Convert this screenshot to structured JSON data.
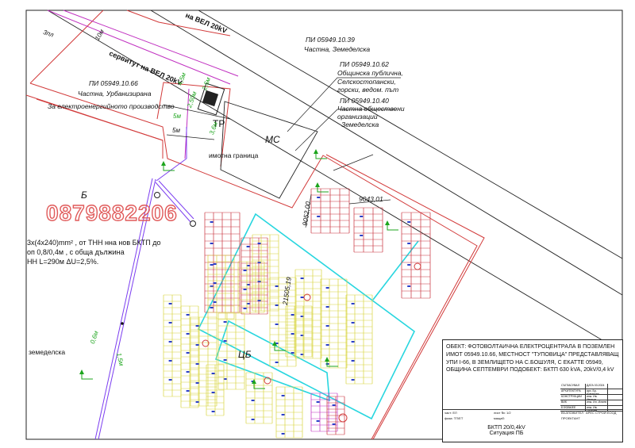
{
  "labels": {
    "sluzh_top": "на ВЕЛ 20kV",
    "sluzh_mid": "сервитут на ВЕЛ 20kV",
    "pi_39_id": "ПИ 05949.10.39",
    "pi_39_type": "Частна,  Земеделска",
    "pi_62_id": "ПИ 05949.10.62",
    "pi_62_l1": "Общинска публична,",
    "pi_62_l2": "Селскостопански,",
    "pi_62_l3": "горски, ведом. път",
    "pi_40_id": "ПИ 05949.10.40",
    "pi_40_l1": "Частна обществени",
    "pi_40_l2": "организации",
    "pi_40_l3": "Земеделска",
    "pi_66_id": "ПИ 05949.10.66",
    "pi_66_l1": "Частна, Урбанизирана",
    "pi_66_l2": "За електроенергийното производство",
    "tp": "ТР",
    "ms": "МС",
    "boundary": "имотна граница",
    "b_mark": "Б",
    "zemedelska": "земеделска",
    "dim_9043": "9043,01",
    "dim_9052": "9052,00",
    "dim_21505": "21505,19",
    "dim_45": "4,5м",
    "dim_25": "2,5м",
    "dim_250": "2,50м",
    "dim_5a": "5м",
    "dim_5b": "5м",
    "dim_36": "3,6м",
    "dim_10": "10м",
    "dim_06": "0,6м",
    "dim_15": "1,5м",
    "pt": "ЦБ",
    "zpl": "3пл"
  },
  "phone": "0879882206",
  "cable_note": [
    "3х(4х240)mm² , от ТНН нна нов БКТП до",
    "оп 0,8/0,4м , с обща дължина",
    "НН L=290м ΔU=2,5%."
  ],
  "titleblock": {
    "object_text": "ОБЕКТ: ФОТОВОЛТАИЧНА ЕЛЕКТРОЦЕНТРАЛА В ПОЗЕМЛЕН ИМОТ 05949.10.66, МЕСТНОСТ \"ТУПОВИЦА\" ПРЕДСТАВЛЯВАЩ УПИ І-66, В ЗЕМЛИЩЕТО НА С.БОШУЛЯ, С ЕКАТТЕ 05949, ОБЩИНА СЕПТЕМВРИ ПОДОБЕКТ: БКТП 630 kVA, 20kV/0,4 kV",
    "rows": [
      [
        "СЪГЛАСУВАЛ",
        "ДАТА 03.2024",
        ""
      ],
      [
        "АРХИТЕКТУРА",
        "арх. Бр. Куманова",
        ""
      ],
      [
        "КОНСТРУКЦИИ",
        "инж. Ив. Иванов",
        ""
      ],
      [
        "ВИК",
        "инж. Ил. Илиев",
        ""
      ],
      [
        "ЕЛ/ОВК/ЕЕ",
        "инж. Ив. Пършев",
        ""
      ]
    ],
    "left_a": "част: ЕЛ",
    "left_b": "фаза: ТП/ЕТ",
    "mid_a": "лист №: 1/2",
    "mid_b": "мащаб:",
    "company_label": "ВЪЗЛОЖИТЕЛ",
    "company": "АРЕС СТРОЙ ЕООД",
    "designer": "ПРОЕКТАНТ",
    "sheet_title_1": "БКТП  20/0,4kV",
    "sheet_title_2": "Ситуация ПБ"
  },
  "colors": {
    "red": "#d23a3a",
    "magenta": "#c02fc0",
    "yellow": "#e6e24a",
    "cyan": "#28d6df",
    "green": "#1ca51c",
    "violet": "#7b3df0",
    "panel_red": "#c7303a",
    "panel_yellow": "#d8d43e"
  }
}
